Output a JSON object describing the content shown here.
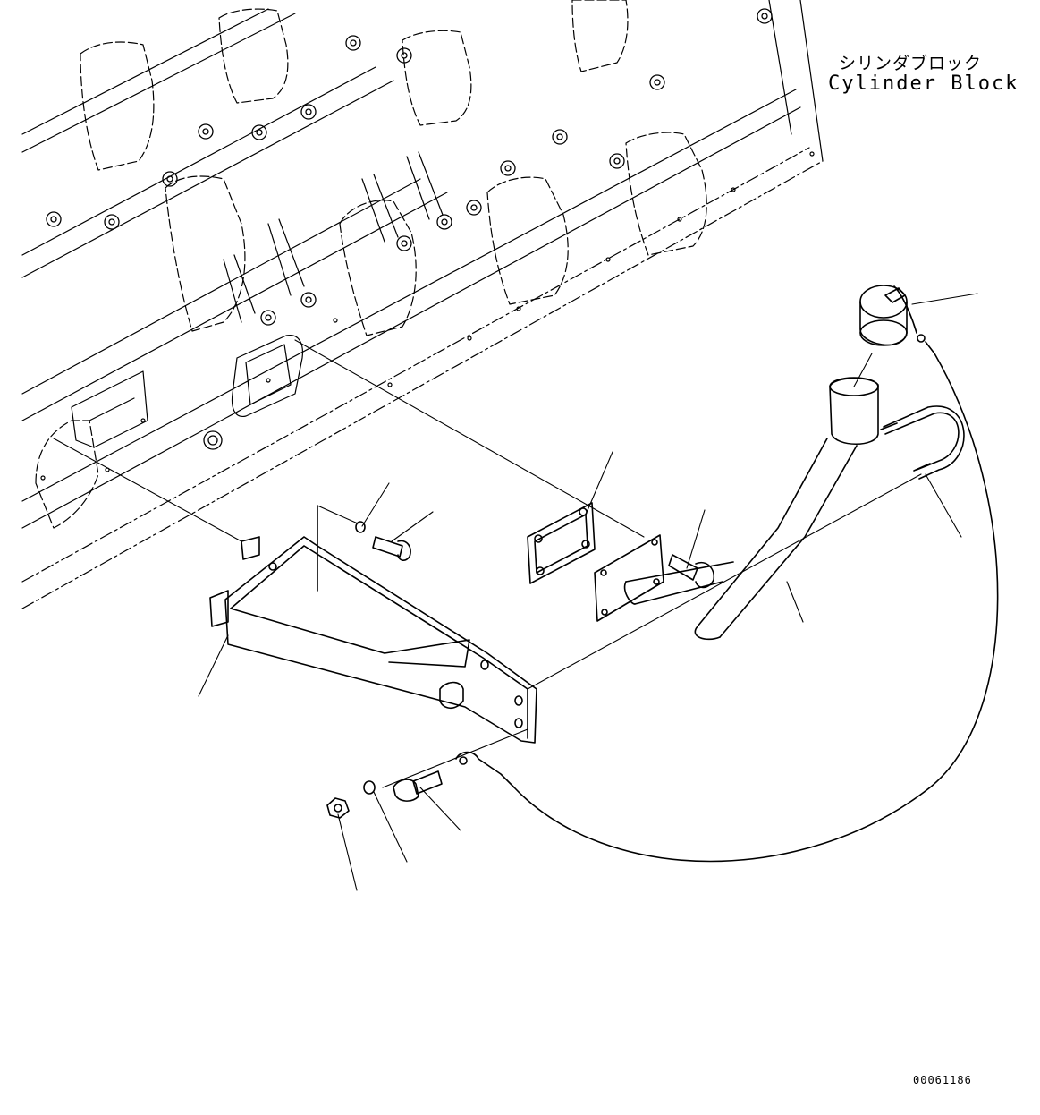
{
  "diagram": {
    "callout_jp": "シリンダブロック",
    "callout_en": "Cylinder Block",
    "drawing_number": "00061186"
  },
  "colors": {
    "line": "#000000",
    "background": "#ffffff"
  }
}
